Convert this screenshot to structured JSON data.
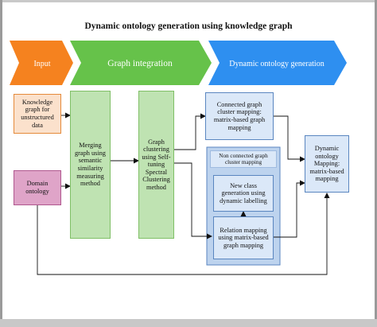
{
  "title": "Dynamic  ontology generation using  knowledge graph",
  "stages": {
    "input": "Input",
    "integration": "Graph integration",
    "generation": "Dynamic ontology generation"
  },
  "boxes": {
    "kg_unstructured": "Knowledge graph  for unstructured data",
    "domain_ontology": "Domain ontology",
    "merging": "Merging graph using semantic similarity measuring method",
    "clustering": "Graph clustering using Self-tuning Spectral Clustering method",
    "connected": "Connected graph cluster mapping: matrix-based  graph mapping",
    "non_connected": "Non connected graph cluster mapping",
    "new_class": "New  class generation using dynamic labelling",
    "relation": "Relation mapping using matrix-based graph mapping",
    "dynamic_mapping": "Dynamic ontology Mapping: matrix-based mapping"
  },
  "colors": {
    "orange": "#f5821f",
    "green": "#66c24a",
    "blue": "#2e8ff0",
    "peach": "#fbe1cc",
    "pink": "#dfa4c8",
    "light_green": "#bfe3b2",
    "light_blue": "#dbe8f8",
    "panel_blue": "#bdd3ee"
  }
}
